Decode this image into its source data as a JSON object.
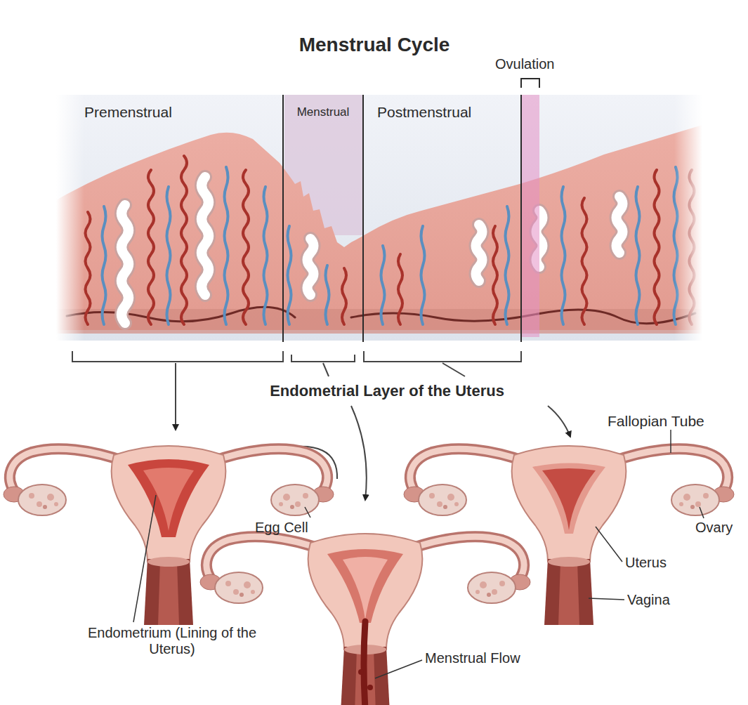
{
  "diagram": {
    "title": "Menstrual Cycle",
    "labels": [
      "Ovulation",
      "Premenstrual",
      "Menstrual",
      "Postmenstrual",
      "Endometrial Layer of the Uterus",
      "Fallopian Tube",
      "Egg Cell",
      "Ovary",
      "Uterus",
      "Vagina",
      "Endometrium (Lining of the Uterus)",
      "Menstrual Flow"
    ]
  }
}
